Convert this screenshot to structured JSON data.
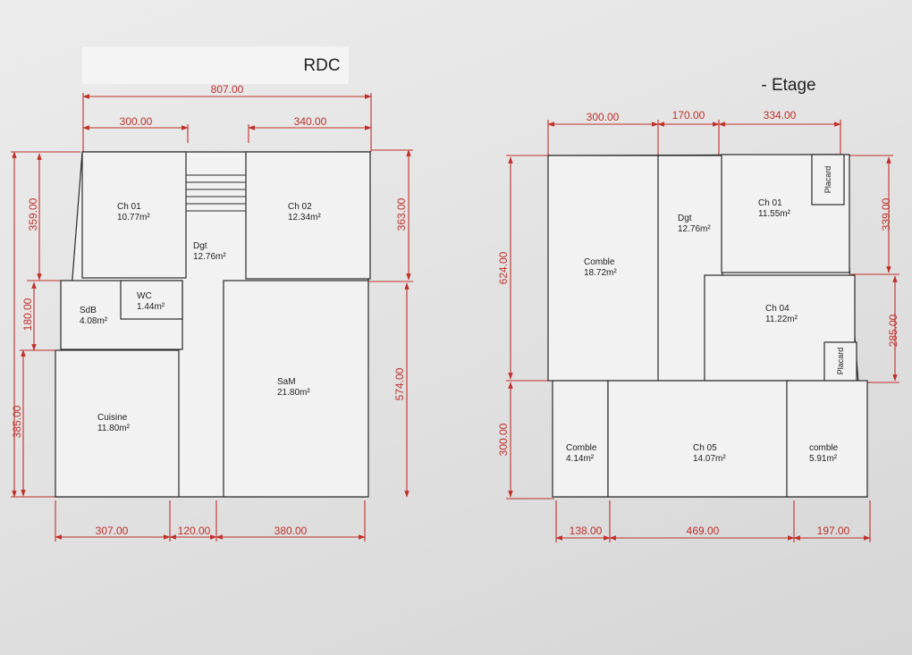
{
  "plans": {
    "rdc": {
      "title": "RDC",
      "rooms": [
        {
          "name": "Ch 01",
          "area": "10.77m²"
        },
        {
          "name": "Ch 02",
          "area": "12.34m²"
        },
        {
          "name": "Dgt",
          "area": "12.76m²"
        },
        {
          "name": "WC",
          "area": "1.44m²"
        },
        {
          "name": "SdB",
          "area": "4.08m²"
        },
        {
          "name": "Cuisine",
          "area": "11.80m²"
        },
        {
          "name": "SaM",
          "area": "21.80m²"
        }
      ],
      "dimensions": {
        "total_width": "807.00",
        "top_left": "300.00",
        "top_right": "340.00",
        "left_1": "359.00",
        "left_2": "180.00",
        "left_3": "385.00",
        "right_1": "363.00",
        "right_2": "574.00",
        "bottom_1": "307.00",
        "bottom_2": "120.00",
        "bottom_3": "380.00"
      }
    },
    "etage": {
      "title": "- Etage",
      "rooms": [
        {
          "name": "Comble",
          "area": "18.72m²"
        },
        {
          "name": "Dgt",
          "area": "12.76m²"
        },
        {
          "name": "Ch 01",
          "area": "11.55m²"
        },
        {
          "name": "Ch 04",
          "area": "11.22m²"
        },
        {
          "name": "Comble",
          "area": "4.14m²"
        },
        {
          "name": "Ch 05",
          "area": "14.07m²"
        },
        {
          "name": "comble",
          "area": "5.91m²"
        }
      ],
      "placard_labels": [
        "Placard",
        "Placard"
      ],
      "dimensions": {
        "top_1": "300.00",
        "top_2": "170.00",
        "top_3": "334.00",
        "left_1": "624.00",
        "left_2": "300.00",
        "right_1": "339.00",
        "right_2": "285.00",
        "bottom_1": "138.00",
        "bottom_2": "469.00",
        "bottom_3": "197.00"
      }
    }
  },
  "colors": {
    "dimension": "#c0302a",
    "wall": "#2a2a2a",
    "paper": "#f2f2f2",
    "text": "#222222"
  }
}
